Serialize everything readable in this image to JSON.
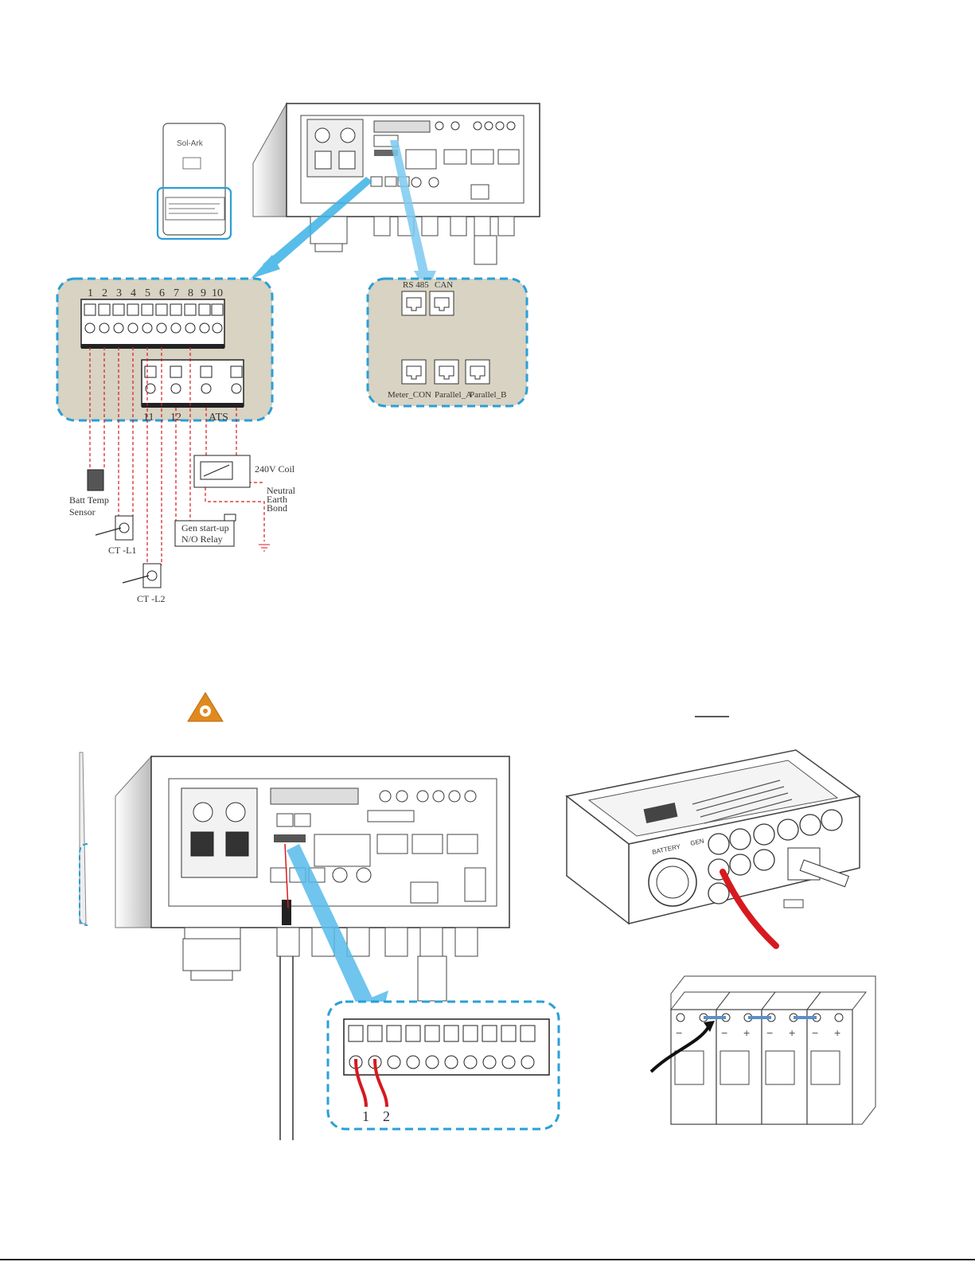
{
  "top_panel": {
    "brand": "Sol-Ark",
    "terminal_numbers": [
      "1",
      "2",
      "3",
      "4",
      "5",
      "6",
      "7",
      "8",
      "9",
      "10"
    ],
    "relay_labels": [
      "11",
      "12",
      "ATS"
    ],
    "comm_ports_top": [
      "RS 485",
      "CAN"
    ],
    "comm_ports_bottom": [
      "Meter_CON",
      "Parallel_A",
      "Parallel_B"
    ]
  },
  "wiring": {
    "batt_temp_sensor": [
      "Batt Temp",
      "Sensor"
    ],
    "ct_l1": "CT -L1",
    "ct_l2": "CT -L2",
    "coil": "240V Coil",
    "bond": [
      "Neutral",
      "Earth",
      "Bond"
    ],
    "gen_relay": [
      "Gen start-up",
      "N/O Relay"
    ]
  },
  "bottom_panel": {
    "case_labels": [
      "BATTERY",
      "GEN"
    ],
    "pin_labels": [
      "1",
      "2"
    ],
    "battery_terminals": [
      "−",
      "+"
    ]
  },
  "colors": {
    "accent_blue": "#2a9fd8",
    "zoom_fill": "#d8d3c3",
    "wire_red": "#d7191f",
    "warn_orange": "#e08a1e"
  }
}
